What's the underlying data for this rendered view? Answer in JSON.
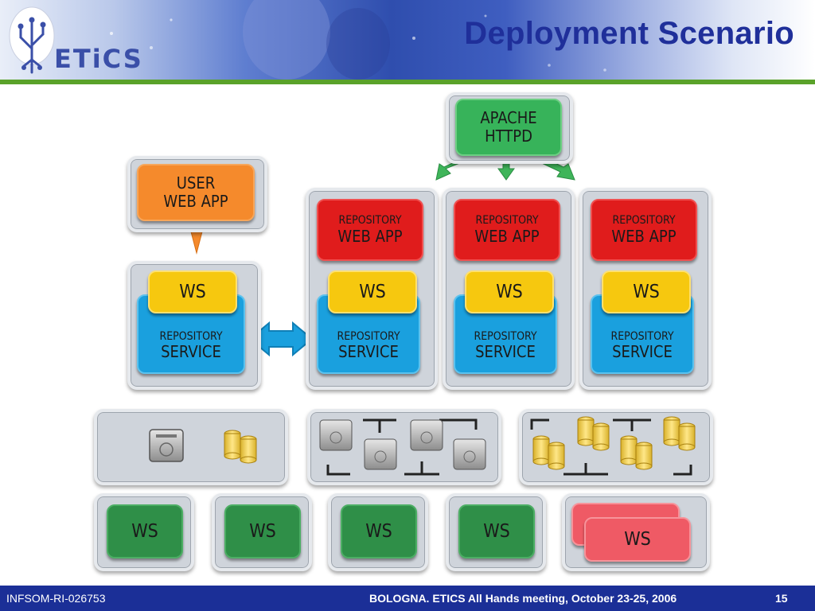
{
  "header": {
    "logo_text": "ETiCS",
    "title": "Deployment Scenario"
  },
  "diagram": {
    "apache": {
      "line1": "APACHE",
      "line2": "HTTPD"
    },
    "user_web_app": {
      "line1": "USER",
      "line2": "WEB APP"
    },
    "left_service": {
      "ws": "WS",
      "line1": "REPOSITORY",
      "line2": "SERVICE"
    },
    "repo_columns": [
      {
        "web1": "REPOSITORY",
        "web2": "WEB APP",
        "ws": "WS",
        "svc1": "REPOSITORY",
        "svc2": "SERVICE"
      },
      {
        "web1": "REPOSITORY",
        "web2": "WEB APP",
        "ws": "WS",
        "svc1": "REPOSITORY",
        "svc2": "SERVICE"
      },
      {
        "web1": "REPOSITORY",
        "web2": "WEB APP",
        "ws": "WS",
        "svc1": "REPOSITORY",
        "svc2": "SERVICE"
      }
    ],
    "bottom_ws": [
      "WS",
      "WS",
      "WS",
      "WS",
      "WS"
    ],
    "colors": {
      "orange": "#f58a2c",
      "green": "#37b35a",
      "red": "#e01c1c",
      "yellow": "#f6c80f",
      "blue": "#1aa0de",
      "dark_green": "#2f8f48",
      "pink": "#ef5a65",
      "panel": "#cfd4db"
    },
    "icons": [
      "hard-disk-icon",
      "database-stack-icon",
      "double-arrow-icon"
    ]
  },
  "footer": {
    "code": "INFSOM-RI-026753",
    "meeting": "BOLOGNA. ETICS All Hands meeting, October 23-25, 2006",
    "page": "15"
  }
}
